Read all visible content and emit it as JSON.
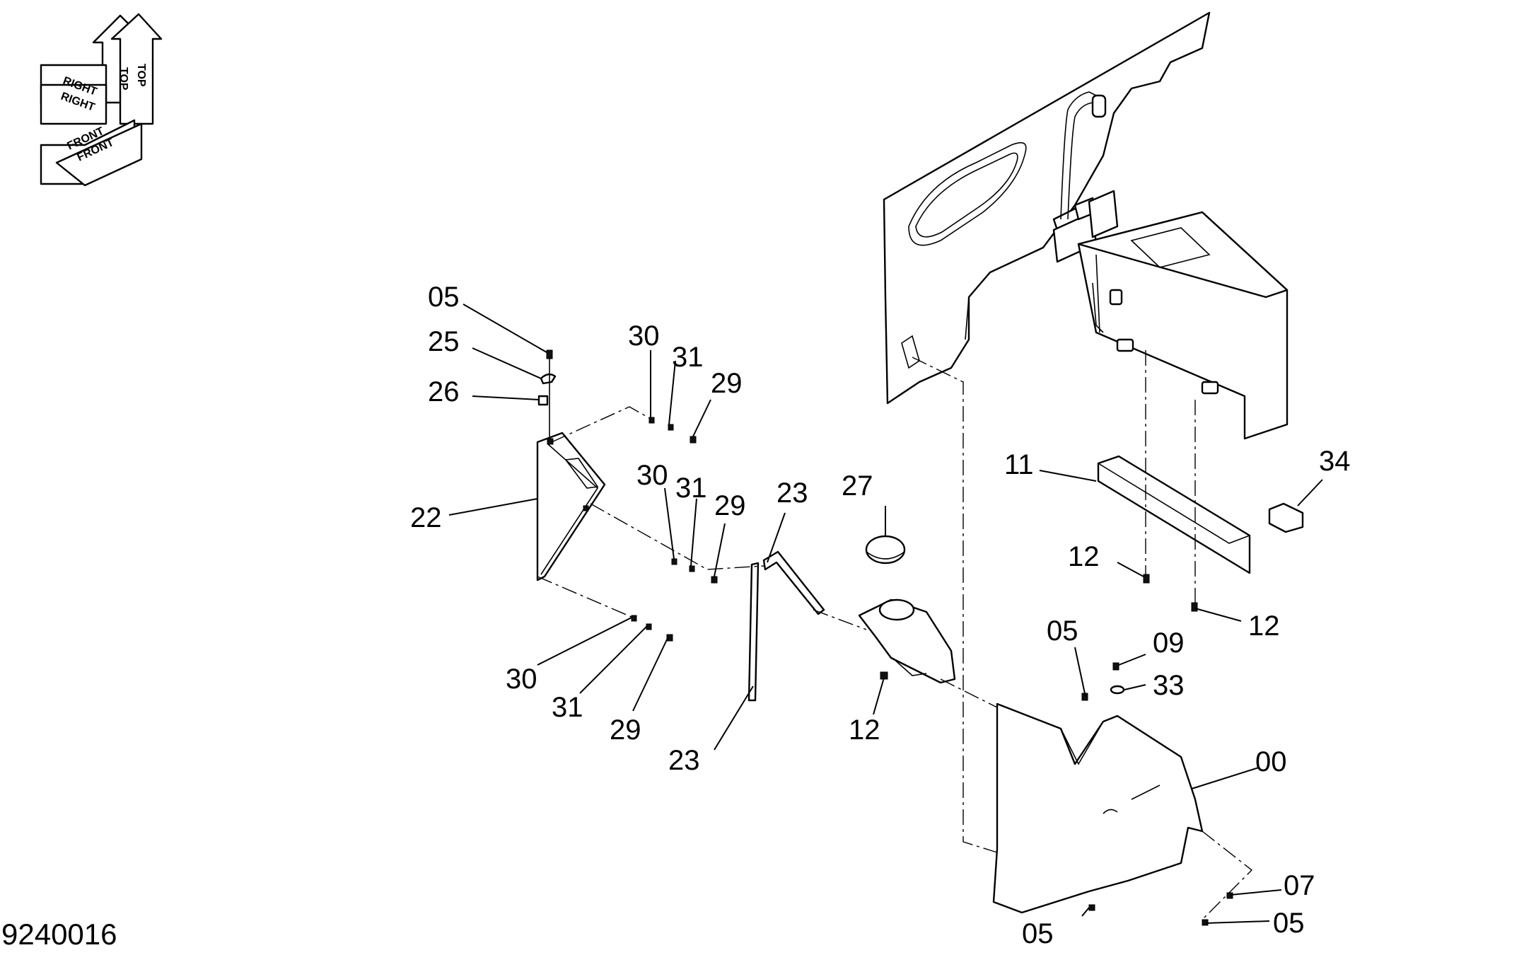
{
  "orientation": {
    "labels": [
      "TOP",
      "TOP",
      "RIGHT",
      "RIGHT",
      "FRONT",
      "FRONT"
    ]
  },
  "callouts": [
    {
      "label": "05"
    },
    {
      "label": "25"
    },
    {
      "label": "26"
    },
    {
      "label": "30"
    },
    {
      "label": "31"
    },
    {
      "label": "29"
    },
    {
      "label": "30"
    },
    {
      "label": "31"
    },
    {
      "label": "29"
    },
    {
      "label": "22"
    },
    {
      "label": "23"
    },
    {
      "label": "27"
    },
    {
      "label": "11"
    },
    {
      "label": "34"
    },
    {
      "label": "12"
    },
    {
      "label": "12"
    },
    {
      "label": "05"
    },
    {
      "label": "09"
    },
    {
      "label": "33"
    },
    {
      "label": "30"
    },
    {
      "label": "31"
    },
    {
      "label": "29"
    },
    {
      "label": "23"
    },
    {
      "label": "12"
    },
    {
      "label": "00"
    },
    {
      "label": "07"
    },
    {
      "label": "05"
    },
    {
      "label": "05"
    }
  ],
  "drawing_number": "9240016"
}
